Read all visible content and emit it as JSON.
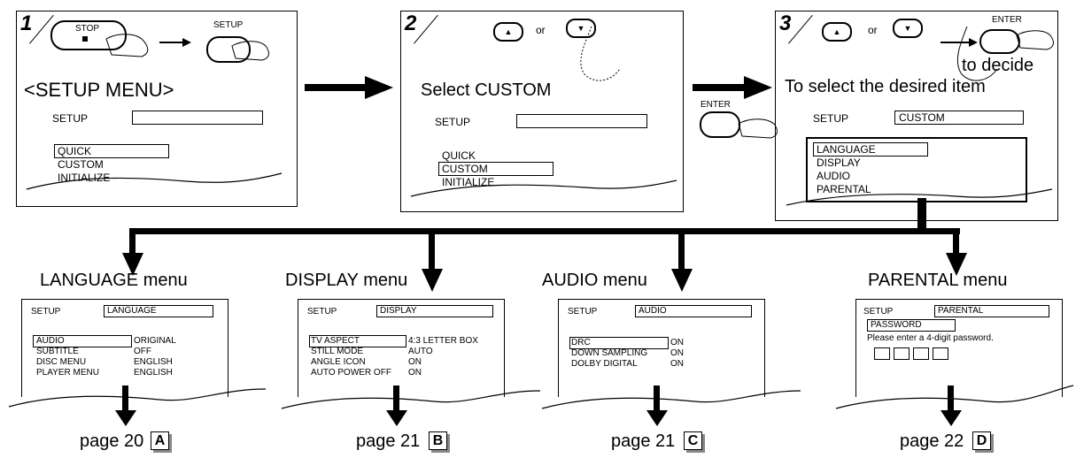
{
  "steps": [
    {
      "number": "1",
      "stop_label": "STOP",
      "setup_label": "SETUP",
      "heading": "<SETUP MENU>",
      "screen": {
        "header": "SETUP",
        "items": [
          "QUICK",
          "CUSTOM",
          "INITIALIZE"
        ]
      }
    },
    {
      "number": "2",
      "or_label": "or",
      "heading": "Select CUSTOM",
      "screen": {
        "header": "SETUP",
        "items": [
          "QUICK",
          "CUSTOM",
          "INITIALIZE"
        ]
      }
    },
    {
      "number": "3",
      "or_label": "or",
      "enter_label": "ENTER",
      "decide_label": "to decide",
      "heading": "To select the desired item",
      "screen": {
        "header": "SETUP",
        "header_value": "CUSTOM",
        "items": [
          "LANGUAGE",
          "DISPLAY",
          "AUDIO",
          "PARENTAL"
        ]
      }
    }
  ],
  "enter_between_label": "ENTER",
  "menus": [
    {
      "title": "LANGUAGE menu",
      "header": "SETUP",
      "header_value": "LANGUAGE",
      "rows": [
        [
          "AUDIO",
          "ORIGINAL"
        ],
        [
          "SUBTITLE",
          "OFF"
        ],
        [
          "DISC MENU",
          "ENGLISH"
        ],
        [
          "PLAYER MENU",
          "ENGLISH"
        ]
      ],
      "page": "page 20",
      "letter": "A"
    },
    {
      "title": "DISPLAY menu",
      "header": "SETUP",
      "header_value": "DISPLAY",
      "rows": [
        [
          "TV ASPECT",
          "4:3 LETTER BOX"
        ],
        [
          "STILL MODE",
          "AUTO"
        ],
        [
          "ANGLE ICON",
          "ON"
        ],
        [
          "AUTO POWER OFF",
          "ON"
        ]
      ],
      "page": "page 21",
      "letter": "B"
    },
    {
      "title": "AUDIO menu",
      "header": "SETUP",
      "header_value": "AUDIO",
      "rows": [
        [
          "DRC",
          "ON"
        ],
        [
          "DOWN SAMPLING",
          "ON"
        ],
        [
          "DOLBY DIGITAL",
          "ON"
        ]
      ],
      "page": "page 21",
      "letter": "C"
    },
    {
      "title": "PARENTAL menu",
      "header": "SETUP",
      "header_value": "PARENTAL",
      "password_label": "PASSWORD",
      "prompt": "Please enter a 4-digit password.",
      "page": "page 22",
      "letter": "D"
    }
  ]
}
